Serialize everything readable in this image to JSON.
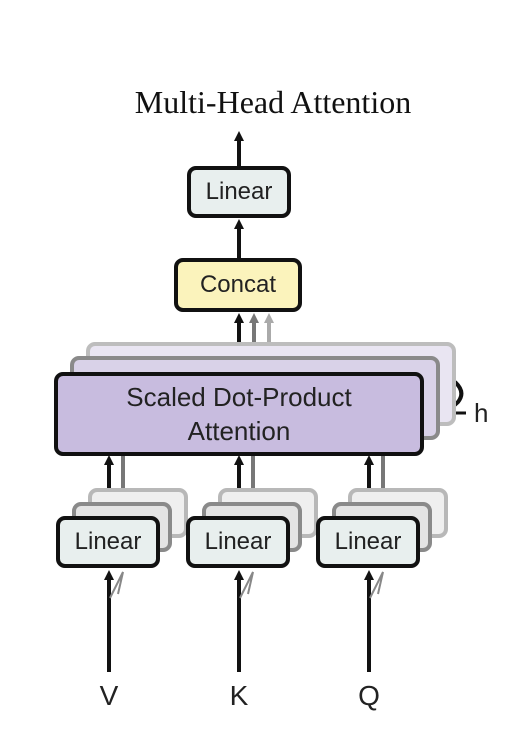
{
  "title": "Multi-Head Attention",
  "blocks": {
    "top_linear": "Linear",
    "concat": "Concat",
    "sdpa_line1": "Scaled Dot-Product",
    "sdpa_line2": "Attention",
    "linear_v": "Linear",
    "linear_k": "Linear",
    "linear_q": "Linear"
  },
  "inputs": {
    "v": "V",
    "k": "K",
    "q": "Q"
  },
  "heads_label": "h",
  "colors": {
    "linear_fill": "#e8efee",
    "concat_fill": "#fbf3bc",
    "attention_fill": "#c8bcdf",
    "stroke": "#111111"
  }
}
